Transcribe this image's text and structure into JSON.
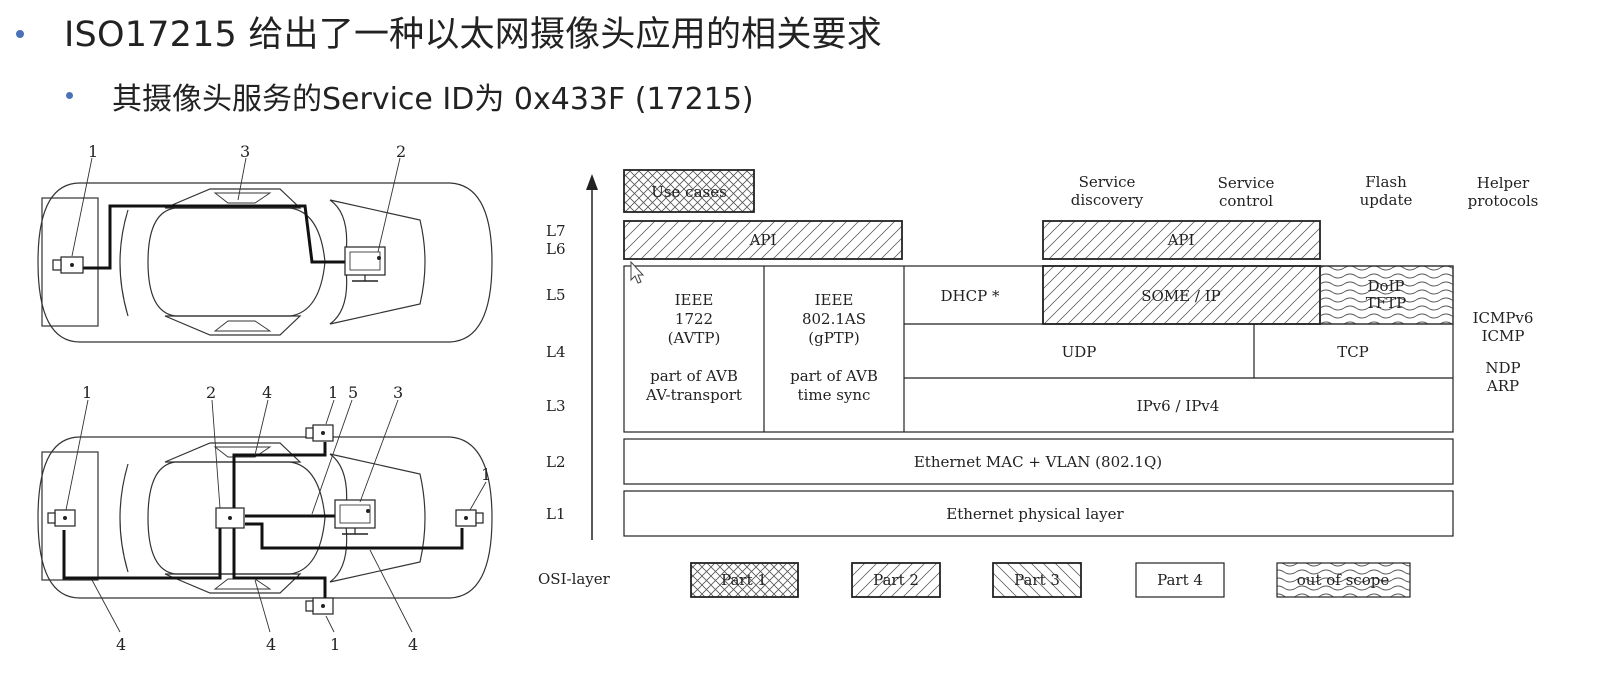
{
  "slide": {
    "title": "ISO17215 给出了一种以太网摄像头应用的相关要求",
    "subtitle": "其摄像头服务的Service ID为 0x433F (17215)"
  },
  "car_top": {
    "labels": [
      "1",
      "3",
      "2"
    ]
  },
  "car_bottom": {
    "labels_top": [
      "1",
      "2",
      "4",
      "1",
      "5",
      "3",
      "1"
    ],
    "labels_bottom": [
      "4",
      "4",
      "1",
      "4"
    ]
  },
  "stack": {
    "osi": [
      "L7",
      "L6",
      "L5",
      "L4",
      "L3",
      "L2",
      "L1"
    ],
    "osi_axis_label": "OSI-layer",
    "use_cases": "Use cases",
    "col_service_discovery": [
      "Service",
      "discovery"
    ],
    "col_service_control": [
      "Service",
      "control"
    ],
    "col_flash_update": [
      "Flash",
      "update"
    ],
    "col_helper_protocols": [
      "Helper",
      "protocols"
    ],
    "api_left": "API",
    "api_right": "API",
    "ieee1722": [
      "IEEE",
      "1722",
      "(AVTP)"
    ],
    "avb_transport": [
      "part of AVB",
      "AV-transport"
    ],
    "ieee8021as": [
      "IEEE",
      "802.1AS",
      "(gPTP)"
    ],
    "avb_sync": [
      "part of AVB",
      "time sync"
    ],
    "dhcp": "DHCP *",
    "someip": "SOME / IP",
    "doip": [
      "DoIP",
      "TFTP"
    ],
    "udp": "UDP",
    "tcp": "TCP",
    "ip": "IPv6 / IPv4",
    "helper": [
      "ICMPv6",
      "ICMP",
      "NDP",
      "ARP"
    ],
    "mac": "Ethernet MAC + VLAN (802.1Q)",
    "phy": "Ethernet physical layer"
  },
  "legend": [
    "Part 1",
    "Part 2",
    "Part 3",
    "Part 4",
    "out of scope"
  ]
}
